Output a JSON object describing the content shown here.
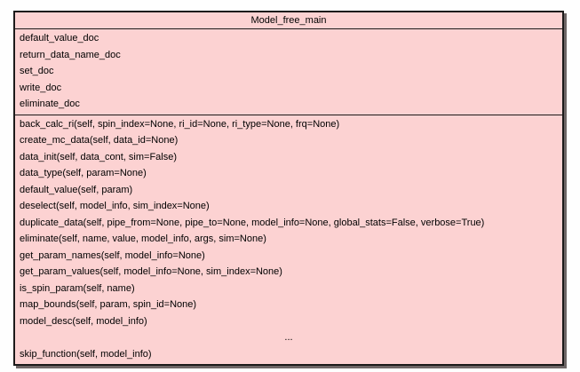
{
  "diagram": {
    "class": {
      "title": "Model_free_main",
      "attributes": [
        "default_value_doc",
        "return_data_name_doc",
        "set_doc",
        "write_doc",
        "eliminate_doc"
      ],
      "methods": [
        "back_calc_ri(self, spin_index=None, ri_id=None, ri_type=None, frq=None)",
        "create_mc_data(self, data_id=None)",
        "data_init(self, data_cont, sim=False)",
        "data_type(self, param=None)",
        "default_value(self, param)",
        "deselect(self, model_info, sim_index=None)",
        "duplicate_data(self, pipe_from=None, pipe_to=None, model_info=None, global_stats=False, verbose=True)",
        "eliminate(self, name, value, model_info, args, sim=None)",
        "get_param_names(self, model_info=None)",
        "get_param_values(self, model_info=None, sim_index=None)",
        "is_spin_param(self, name)",
        "map_bounds(self, param, spin_id=None)",
        "model_desc(self, model_info)"
      ],
      "ellipsis": "...",
      "methods_continued": [
        "skip_function(self, model_info)"
      ]
    },
    "colors": {
      "fill": "#fcd2d2",
      "border": "#1c1a1a",
      "canvas": "#fefefe",
      "text": "#000000",
      "shadow": "#6e6666"
    }
  }
}
